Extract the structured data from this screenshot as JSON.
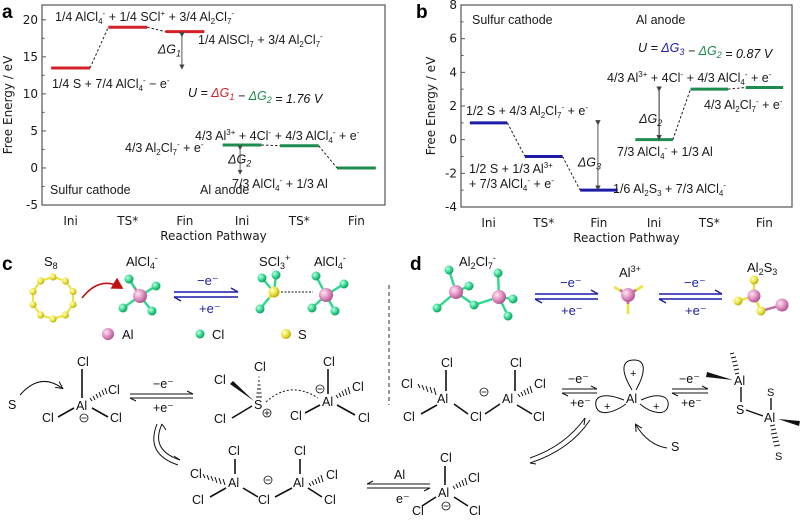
{
  "panels": {
    "a": "a",
    "b": "b",
    "c": "c",
    "d": "d"
  },
  "chart_data": [
    {
      "type": "line",
      "title": "",
      "panel": "a",
      "xlabel": "Reaction Pathway",
      "ylabel": "Free Energy / eV",
      "ylim": [
        -5,
        22
      ],
      "yticks": [
        -5,
        0,
        5,
        10,
        15,
        20
      ],
      "categories": [
        "Ini",
        "TS*",
        "Fin",
        "Ini",
        "TS*",
        "Fin"
      ],
      "series": [
        {
          "name": "Sulfur cathode",
          "color": "#d42027",
          "x": [
            0,
            1,
            2
          ],
          "values": [
            13.5,
            19.0,
            18.4
          ],
          "labels": [
            "1/4 S + 7/4 AlCl4⁻ − e⁻",
            "1/4 AlCl4⁻ + 1/4 SCl⁺ + 3/4 Al2Cl7⁻",
            "1/4 AlSCl7 + 3/4 Al2Cl7⁻"
          ]
        },
        {
          "name": "Al anode",
          "color": "#1e8c4e",
          "x": [
            3,
            4,
            5
          ],
          "values": [
            3.1,
            3.0,
            0.0
          ],
          "labels": [
            "4/3 Al2Cl7⁻ + e⁻",
            "4/3 Al³⁺ + 4Cl⁻ + 4/3 AlCl4⁻ + e⁻",
            "7/3 AlCl4⁻ + 1/3 Al"
          ]
        }
      ],
      "annotations": {
        "dG1": "ΔG1",
        "dG2": "ΔG2",
        "equation": "U = ΔG1 − ΔG2 = 1.76 V",
        "legend_cathode": "Sulfur cathode",
        "legend_anode": "Al anode"
      }
    },
    {
      "type": "line",
      "title": "",
      "panel": "b",
      "xlabel": "Reaction Pathway",
      "ylabel": "Free Energy / eV",
      "ylim": [
        -4,
        8
      ],
      "yticks": [
        -4,
        -2,
        0,
        2,
        4,
        6,
        8
      ],
      "categories": [
        "Ini",
        "TS*",
        "Fin",
        "Ini",
        "TS*",
        "Fin"
      ],
      "series": [
        {
          "name": "Sulfur cathode",
          "color": "#1c1ca8",
          "x": [
            0,
            1,
            2
          ],
          "values": [
            1.0,
            -1.0,
            -3.0
          ],
          "labels": [
            "1/2 S + 4/3 Al2Cl7⁻ + e⁻",
            "1/2 S + 1/3 Al³⁺ + 7/3 AlCl4⁻ + e⁻",
            "1/6 Al2S3 + 7/3 AlCl4⁻"
          ]
        },
        {
          "name": "Al anode",
          "color": "#1e8c4e",
          "x": [
            3,
            4,
            5
          ],
          "values": [
            0.0,
            3.0,
            3.1
          ],
          "labels": [
            "7/3 AlCl4⁻ + 1/3 Al",
            "4/3 Al³⁺ + 4Cl⁻ + 4/3 AlCl4⁻ + e⁻",
            "4/3 Al2Cl7⁻ + e⁻"
          ]
        }
      ],
      "annotations": {
        "dG3": "ΔG3",
        "dG2": "ΔG2",
        "equation": "U = ΔG3 − ΔG2 = 0.87 V",
        "legend_cathode": "Sulfur cathode",
        "legend_anode": "Al anode"
      }
    }
  ],
  "panel_c": {
    "s8": "S8",
    "alcl4": "AlCl4⁻",
    "scl3": "SCl3⁺",
    "alcl4_b": "AlCl4⁻",
    "minus_e": "−e⁻",
    "plus_e": "+e⁻",
    "legend": [
      "Al",
      "Cl",
      "S"
    ],
    "scheme": {
      "s": "S",
      "cl": "Cl",
      "al": "Al",
      "minus_e": "−e⁻",
      "plus_e": "+e⁻"
    }
  },
  "panel_d": {
    "al2cl7": "Al2Cl7⁻",
    "al3": "Al³⁺",
    "al2s3": "Al2S3",
    "minus_e": "−e⁻",
    "plus_e": "+e⁻",
    "scheme": {
      "al_reagent": "Al",
      "e": "e⁻",
      "s": "S"
    }
  },
  "colors": {
    "al_atom": "#e08cc0",
    "cl_atom": "#2fd68e",
    "s_atom": "#e8e040",
    "cathode_a": "#d42027",
    "cathode_b": "#1c1ca8",
    "anode": "#1e8c4e",
    "arrow_blue": "#1c1ca8",
    "curve_red": "#c01010"
  }
}
